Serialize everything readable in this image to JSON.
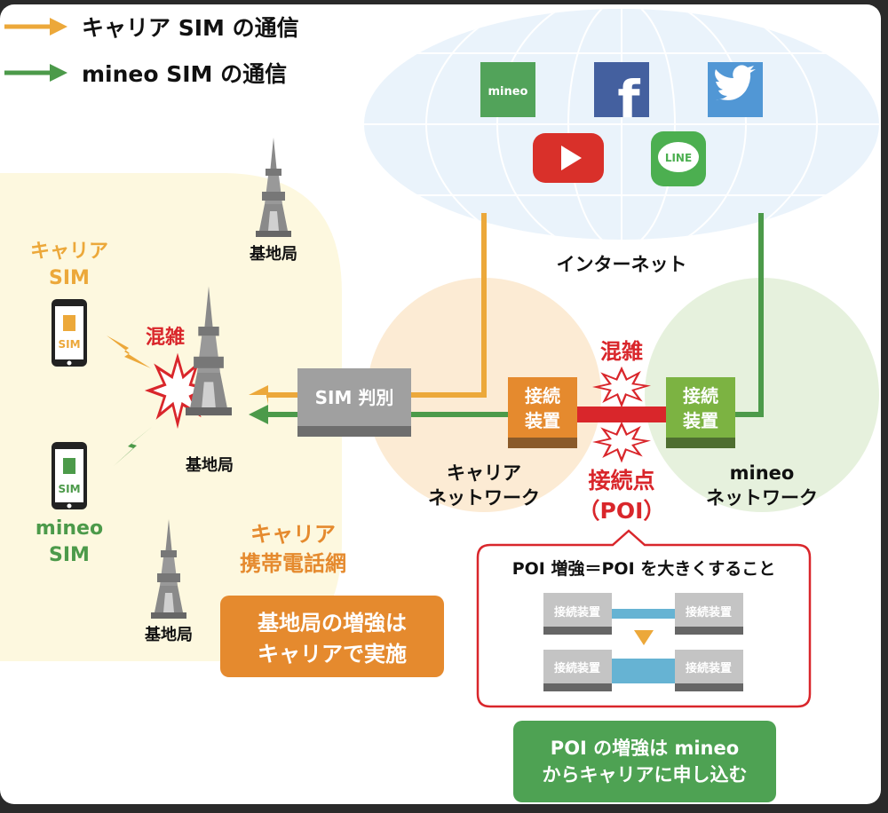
{
  "legend": {
    "carrier": "キャリア SIM の通信",
    "mineo": "mineo SIM の通信"
  },
  "internet": {
    "label": "インターネット",
    "services": [
      "mineo",
      "facebook",
      "twitter",
      "youtube",
      "LINE"
    ],
    "mineo_logo": "mineo",
    "line_logo": "LINE"
  },
  "left": {
    "carrier_sim_line1": "キャリア",
    "carrier_sim_line2": "SIM",
    "mineo_sim_line1": "mineo",
    "mineo_sim_line2": "SIM",
    "phone_sim": "SIM",
    "tower_label": "基地局",
    "congestion": "混雑",
    "network_line1": "キャリア",
    "network_line2": "携帯電話網",
    "note_line1": "基地局の増強は",
    "note_line2": "キャリアで実施"
  },
  "center": {
    "sim_judge": "SIM 判別",
    "device_line1": "接続",
    "device_line2": "装置",
    "congestion": "混雑",
    "carrier_net_line1": "キャリア",
    "carrier_net_line2": "ネットワーク",
    "mineo_net_line1": "mineo",
    "mineo_net_line2": "ネットワーク",
    "poi_line1": "接続点",
    "poi_line2": "（POI）"
  },
  "poi_box": {
    "title": "POI 増強＝POI を大きくすること",
    "device": "接続装置"
  },
  "poi_note": {
    "line1": "POI の増強は mineo",
    "line2": "からキャリアに申し込む"
  },
  "colors": {
    "orange": "#eca83a",
    "green": "#4c9a4a",
    "red": "#d9262b",
    "device_orange": "#e58a2e",
    "device_green": "#7cb342"
  }
}
